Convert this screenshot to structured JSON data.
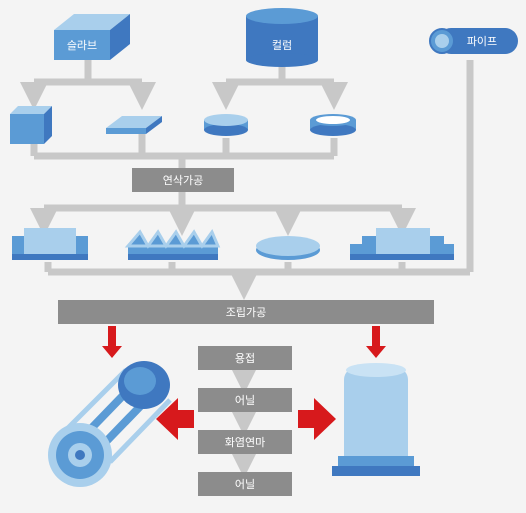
{
  "inputs": {
    "slab": "슬라브",
    "column": "컬럼",
    "pipe": "파이프"
  },
  "stages": {
    "machining": "연삭가공",
    "assembly": "조립가공"
  },
  "process_steps": [
    "용접",
    "어닐",
    "화염연마",
    "어닐"
  ],
  "colors": {
    "background": "#f4f4f4",
    "flow_line": "#c8c8c8",
    "stage_box": "#8c8c8c",
    "red_arrow": "#d7191c",
    "blue_dark": "#3f78c0",
    "blue_mid": "#5b9bd5",
    "blue_light": "#a9cfec"
  }
}
